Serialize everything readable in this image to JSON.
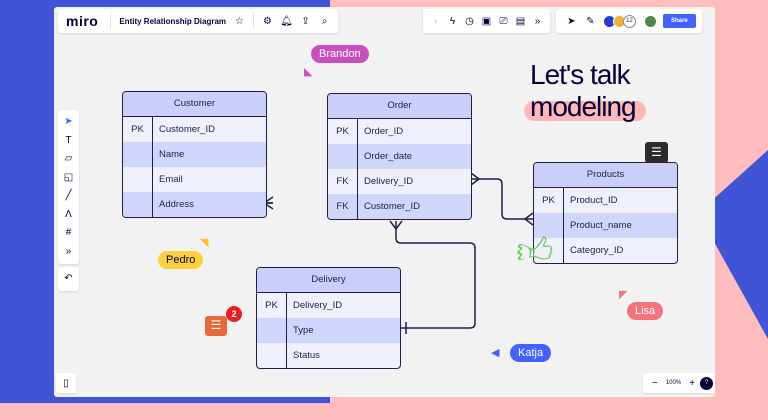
{
  "header": {
    "logo": "miro",
    "board_title": "Entity Relationship Diagram",
    "icons": [
      "star-icon",
      "settings-icon",
      "bell-icon",
      "upload-icon",
      "search-icon"
    ]
  },
  "top_right": {
    "icons": [
      "chevron-right-icon",
      "lightning-icon",
      "timer-icon",
      "sticky-note-icon",
      "presentation-icon",
      "notes-icon",
      "more-icon",
      "cursor-icon",
      "celebrate-icon"
    ],
    "collaborator_count": "12",
    "share_label": "Share"
  },
  "headline": {
    "line1": "Let's talk",
    "line2": "modeling"
  },
  "tables": {
    "customer": {
      "title": "Customer",
      "rows": [
        {
          "k": "PK",
          "f": "Customer_ID"
        },
        {
          "k": "",
          "f": "Name"
        },
        {
          "k": "",
          "f": "Email"
        },
        {
          "k": "",
          "f": "Address"
        }
      ]
    },
    "order": {
      "title": "Order",
      "rows": [
        {
          "k": "PK",
          "f": "Order_ID"
        },
        {
          "k": "",
          "f": "Order_date"
        },
        {
          "k": "FK",
          "f": "Delivery_ID"
        },
        {
          "k": "FK",
          "f": "Customer_ID"
        }
      ]
    },
    "products": {
      "title": "Products",
      "rows": [
        {
          "k": "PK",
          "f": "Product_ID"
        },
        {
          "k": "",
          "f": "Product_name"
        },
        {
          "k": "",
          "f": "Category_ID"
        }
      ]
    },
    "delivery": {
      "title": "Delivery",
      "rows": [
        {
          "k": "PK",
          "f": "Delivery_ID"
        },
        {
          "k": "",
          "f": "Type"
        },
        {
          "k": "",
          "f": "Status"
        }
      ]
    }
  },
  "cursors": [
    {
      "name": "Brandon",
      "color": "#c94fbf"
    },
    {
      "name": "Pedro",
      "color": "#fcd23c"
    },
    {
      "name": "Lisa",
      "color": "#f2737b"
    },
    {
      "name": "Katja",
      "color": "#4262ff"
    }
  ],
  "comment_badge": "2",
  "zoom": {
    "level": "100%",
    "minus": "−",
    "plus": "+",
    "help": "?"
  },
  "colors": {
    "accent": "#4262ff",
    "background_blue": "#3f54d6",
    "background_pink": "#ffbcbc",
    "table_header": "#c9cff8"
  }
}
